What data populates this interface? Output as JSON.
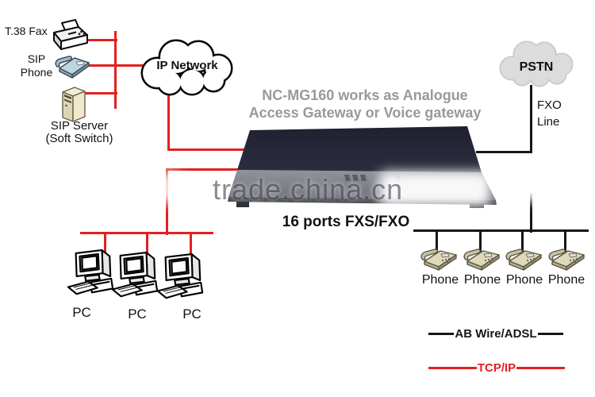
{
  "colors": {
    "tcp_ip_red": "#e32020",
    "ab_wire_black": "#161616",
    "caption_gray": "#98999b",
    "pstn_cloud_fill": "#dcdcdc",
    "device_top": "#262838",
    "device_front": "#7e8088"
  },
  "nodes": {
    "t38_fax": {
      "label": "T.38 Fax"
    },
    "sip_phone": {
      "label": "SIP\nPhone"
    },
    "sip_server": {
      "label": "SIP Server\n(Soft Switch)"
    },
    "ip_network": {
      "label": "IP Network"
    },
    "pstn": {
      "label": "PSTN"
    },
    "fxo_line": {
      "label": "FXO\nLine"
    },
    "gateway": {
      "caption": "NC-MG160 works as Analogue\nAccess Gateway or Voice gateway",
      "ports_label": "16 ports FXS/FXO"
    },
    "pcs": [
      {
        "label": "PC"
      },
      {
        "label": "PC"
      },
      {
        "label": "PC"
      }
    ],
    "phones": [
      {
        "label": "Phone"
      },
      {
        "label": "Phone"
      },
      {
        "label": "Phone"
      },
      {
        "label": "Phone"
      }
    ]
  },
  "watermark": "trade.china.cn",
  "legend": [
    {
      "label": "AB Wire/ADSL",
      "color": "#161616"
    },
    {
      "label": "TCP/IP",
      "color": "#e32020"
    }
  ]
}
